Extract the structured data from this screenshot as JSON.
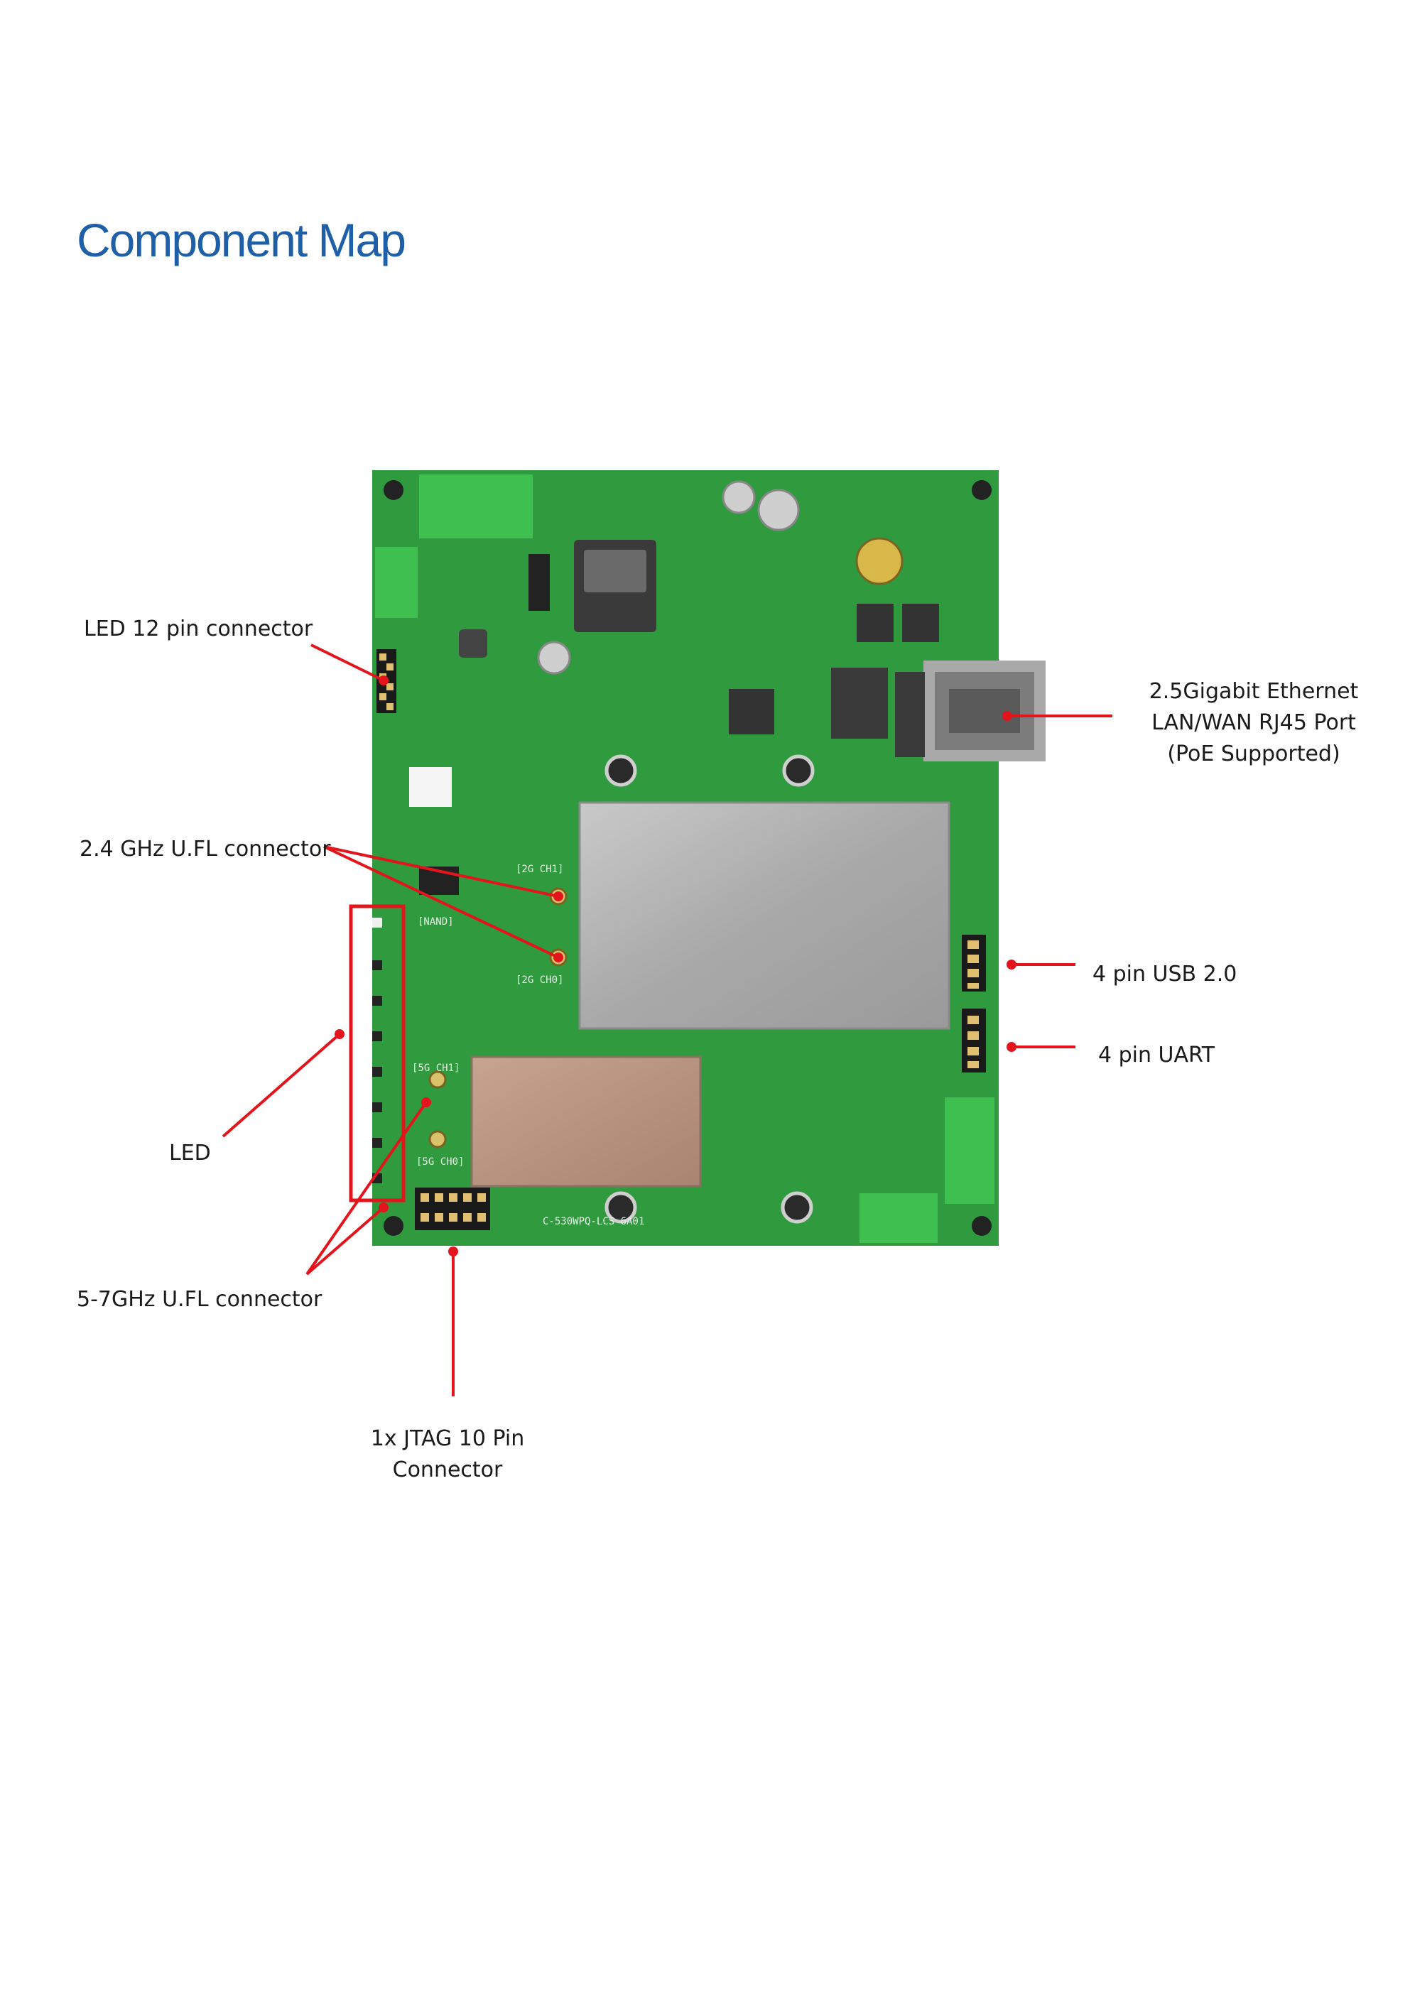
{
  "title": "Component Map",
  "labels": {
    "led12": "LED  12  pin connector",
    "ethernet_line1": "2.5Gigabit  Ethernet",
    "ethernet_line2": "LAN/WAN  RJ45  Port",
    "ethernet_line3": "(PoE Supported)",
    "ufl24": "2.4 GHz  U.FL connector",
    "usb": "4  pin  USB  2.0",
    "uart": "4  pin  UART",
    "led": "LED",
    "ufl57": "5-7GHz  U.FL connector",
    "jtag_line1": "1x JTAG  10  Pin",
    "jtag_line2": "Connector"
  },
  "board": {
    "silkscreen_2g_ch1": "[2G CH1]",
    "silkscreen_2g_ch0": "[2G CH0]",
    "silkscreen_5g_ch1": "[5G CH1]",
    "silkscreen_5g_ch0": "[5G CH0]",
    "silkscreen_nand": "[NAND]",
    "silkscreen_model": "C-530WPQ-LCS 6A01"
  },
  "colors": {
    "title": "#1f5fa8",
    "pcb": "#2f9a3e",
    "pcb_light": "#3fbf4f",
    "shield": "#b9b9b9",
    "annotation": "#e3141b"
  }
}
